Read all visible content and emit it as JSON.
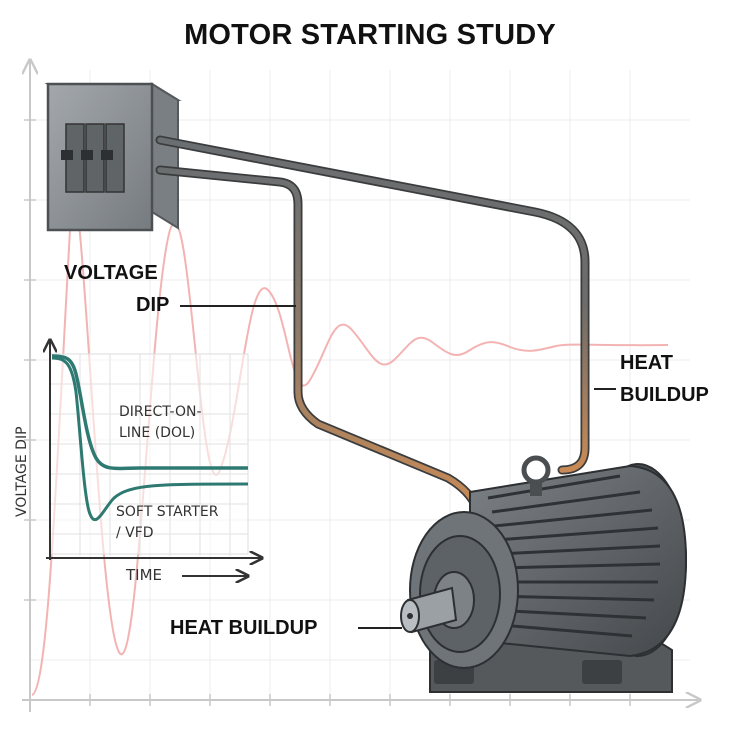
{
  "title": "MOTOR STARTING STUDY",
  "labels": {
    "voltage_dip_line1": "VOLTAGE",
    "voltage_dip_line2": "DIP",
    "heat_buildup_cable_line1": "HEAT",
    "heat_buildup_cable_line2": "BUILDUP",
    "heat_buildup_motor": "HEAT BUILDUP"
  },
  "inset_chart": {
    "y_axis_label": "VOLTAGE DIP",
    "x_axis_label": "TIME",
    "series_1_line1": "DIRECT-ON-",
    "series_1_line2": "LINE (DOL)",
    "series_2_line1": "SOFT STARTER",
    "series_2_line2": "/ VFD"
  },
  "colors": {
    "curve": "#2e7a72",
    "waveform": "#f4b3b3",
    "hot_cable": "#c98a55",
    "panel": "#8a8f93",
    "motor": "#5d6266"
  }
}
